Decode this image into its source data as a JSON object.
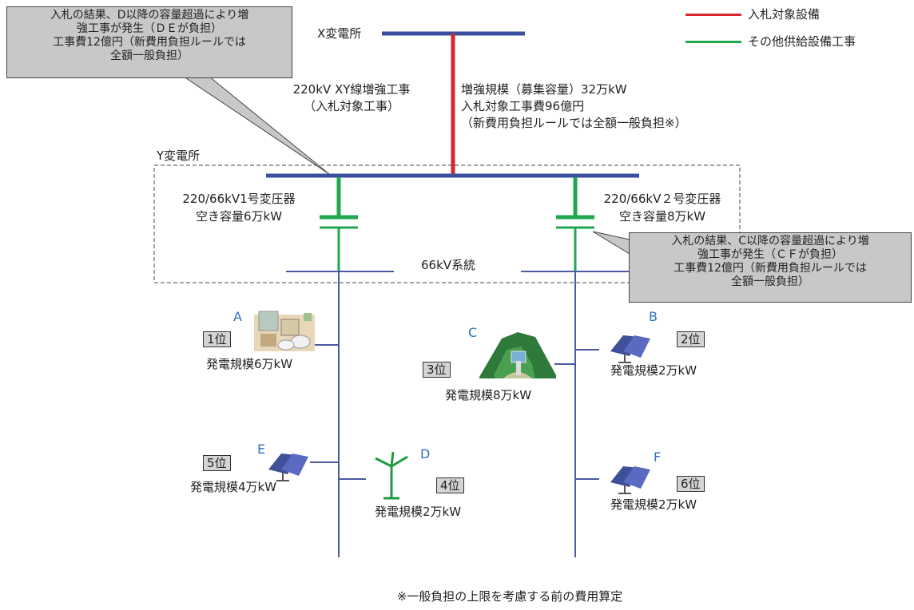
{
  "legend": {
    "bid_target": {
      "label": "入札対象設備",
      "color": "#d9262c"
    },
    "other_works": {
      "label": "その他供給設備工事",
      "color": "#1fa84f"
    }
  },
  "colors": {
    "bus": "#3a4fa0",
    "line_66kv": "#4a5aa0"
  },
  "substations": {
    "x": "X変電所",
    "y": "Y変電所"
  },
  "line_work": {
    "title": "220kV XY線増強工事",
    "subtitle": "（入札対象工事）"
  },
  "reinforcement": {
    "line1": "増強規模（募集容量）32万kW",
    "line2": "入札対象工事費96億円",
    "line3": "（新費用負担ルールでは全額一般負担※）"
  },
  "callout_left": {
    "line1": "入札の結果、D以降の容量超過により増",
    "line2": "強工事が発生（ＤＥが負担）",
    "line3": "工事費12億円（新費用負担ルールでは",
    "line4": "全額一般負担）"
  },
  "callout_right": {
    "line1": "入札の結果、C以降の容量超過により増",
    "line2": "強工事が発生（ＣＦが負担）",
    "line3": "工事費12億円（新費用負担ルールでは",
    "line4": "全額一般負担）"
  },
  "transformer1": {
    "name": "220/66kV1号変圧器",
    "capacity": "空き容量6万kW"
  },
  "transformer2": {
    "name": "220/66kV２号変圧器",
    "capacity": "空き容量8万kW"
  },
  "system_66kv": "66kV系統",
  "generators": [
    {
      "letter": "A",
      "rank": "1位",
      "scale": "発電規模6万kW",
      "icon": "building-icon"
    },
    {
      "letter": "B",
      "rank": "2位",
      "scale": "発電規模2万kW",
      "icon": "solar-panel-icon"
    },
    {
      "letter": "C",
      "rank": "3位",
      "scale": "発電規模8万kW",
      "icon": "hydro-dam-icon"
    },
    {
      "letter": "D",
      "rank": "4位",
      "scale": "発電規模2万kW",
      "icon": "wind-turbine-icon"
    },
    {
      "letter": "E",
      "rank": "5位",
      "scale": "発電規模4万kW",
      "icon": "solar-panel-icon"
    },
    {
      "letter": "F",
      "rank": "6位",
      "scale": "発電規模2万kW",
      "icon": "solar-panel-icon"
    }
  ],
  "footnote": "※一般負担の上限を考慮する前の費用算定"
}
